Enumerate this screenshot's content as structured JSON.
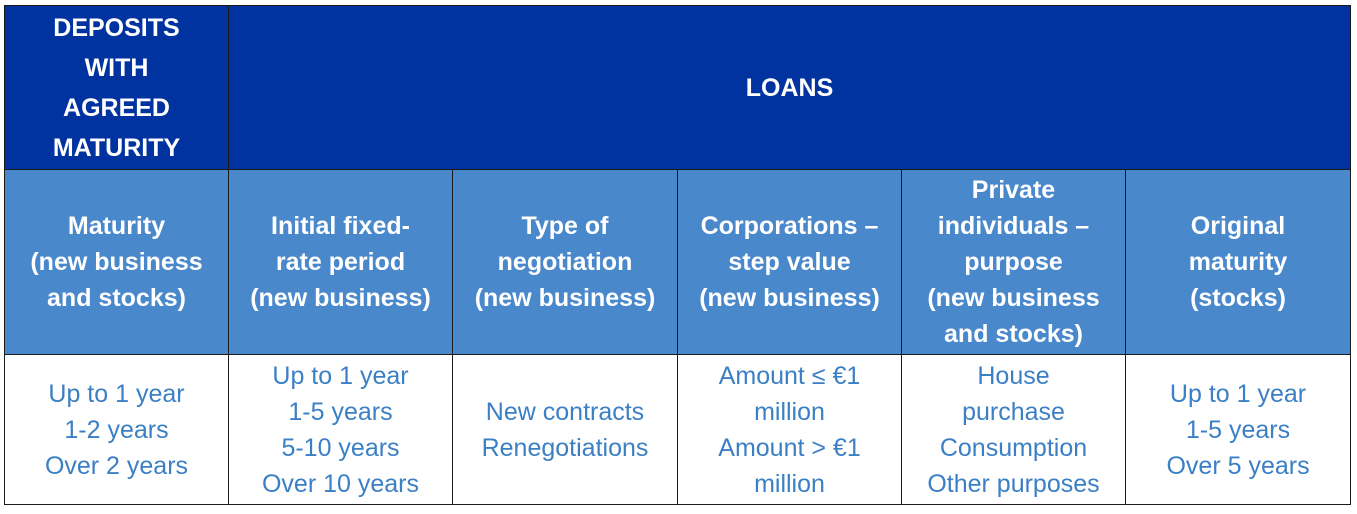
{
  "top_headers": {
    "deposits": [
      "DEPOSITS",
      "WITH",
      "AGREED",
      "MATURITY"
    ],
    "loans": "LOANS"
  },
  "sub_headers": [
    [
      "Maturity",
      "(new business",
      "and stocks)"
    ],
    [
      "Initial fixed-",
      "rate period",
      "(new business)"
    ],
    [
      "Type of",
      "negotiation",
      "(new business)"
    ],
    [
      "Corporations –",
      "step value",
      "(new business)"
    ],
    [
      "Private",
      "individuals –",
      "purpose",
      "(new business",
      "and stocks)"
    ],
    [
      "Original",
      "maturity",
      "(stocks)"
    ]
  ],
  "values": [
    [
      "Up to 1 year",
      "1-2 years",
      "Over 2 years"
    ],
    [
      "Up to 1 year",
      "1-5 years",
      "5-10 years",
      "Over 10 years"
    ],
    [
      "New contracts",
      "Renegotiations"
    ],
    [
      "Amount ≤ €1",
      "million",
      "Amount > €1",
      "million"
    ],
    [
      "House",
      "purchase",
      "Consumption",
      "Other purposes"
    ],
    [
      "Up to 1 year",
      "1-5 years",
      "Over 5 years"
    ]
  ]
}
